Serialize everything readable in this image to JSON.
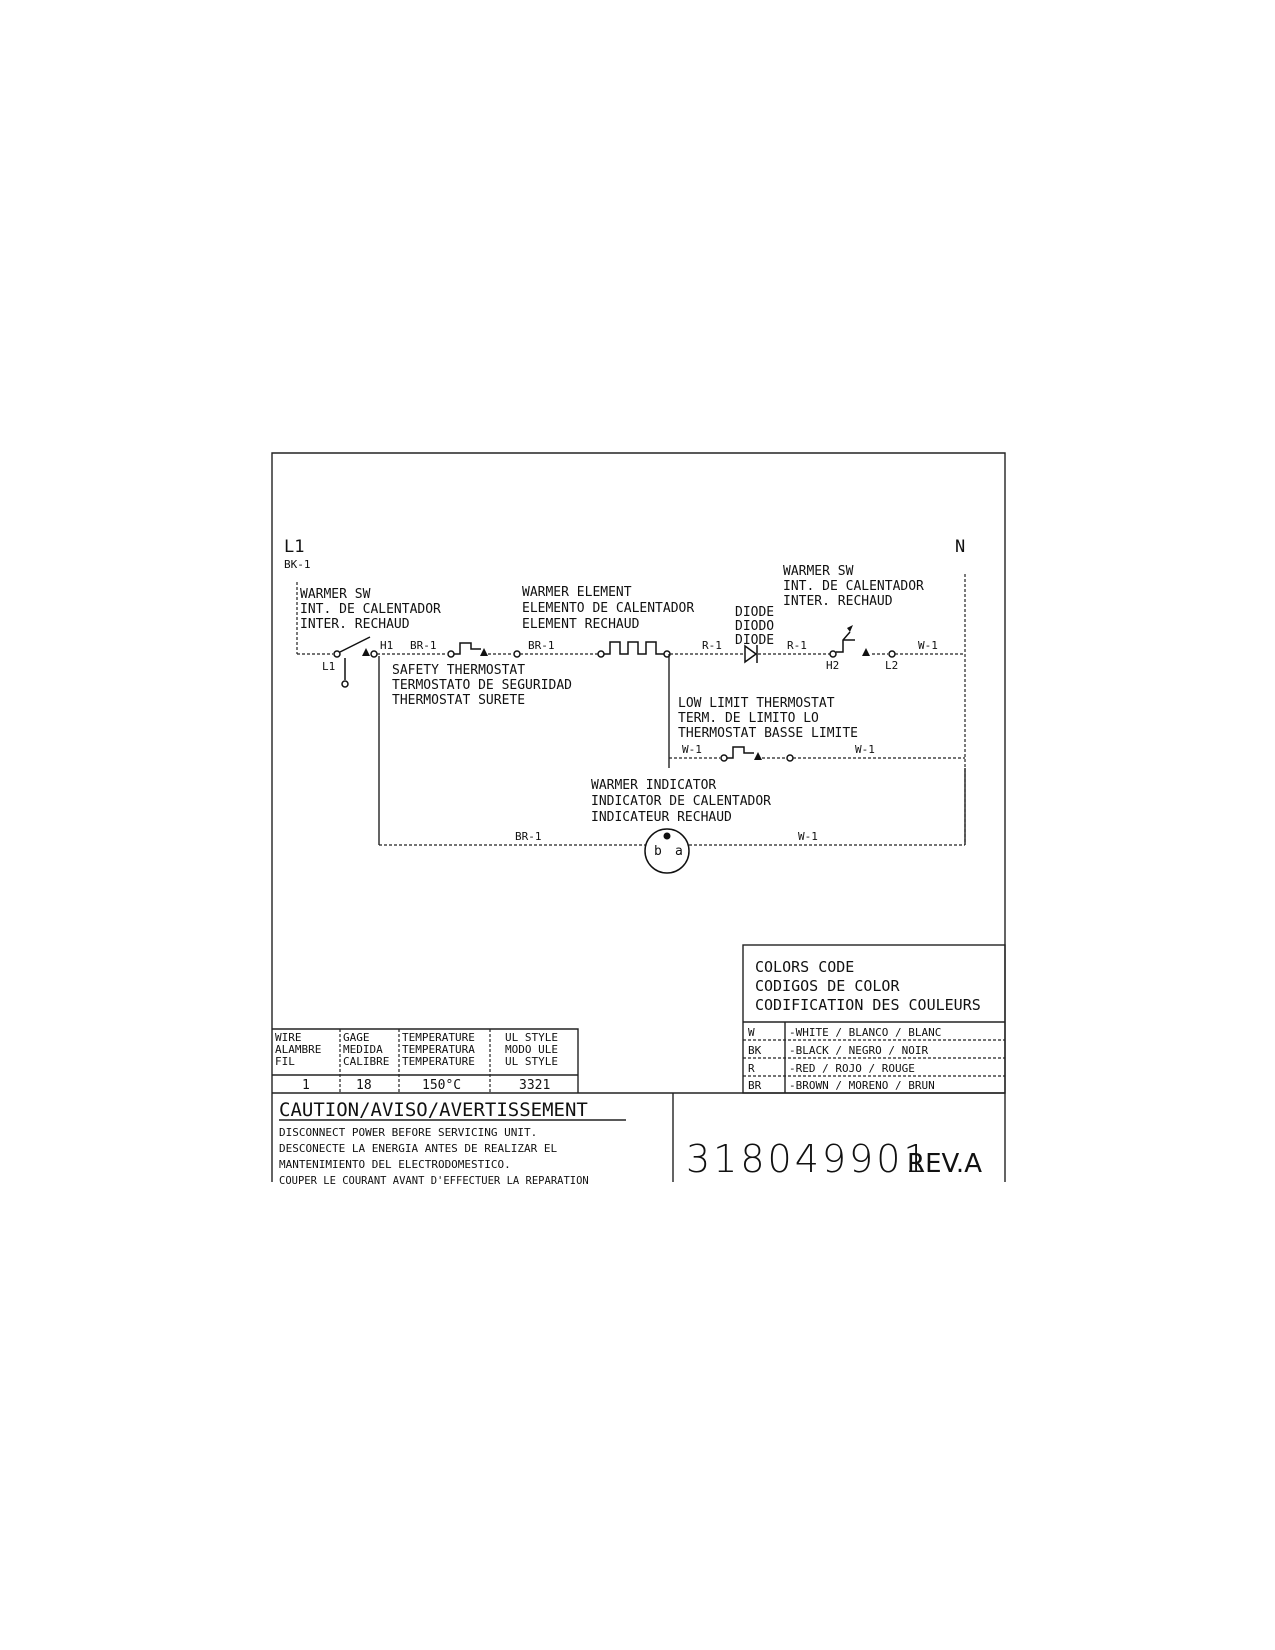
{
  "terminals": {
    "l1": "L1",
    "n": "N",
    "l1_wire": "BK-1"
  },
  "warmer_sw_left": {
    "lines": [
      "WARMER SW",
      "INT. DE CALENTADOR",
      "INTER. RECHAUD"
    ],
    "pin_l1": "L1",
    "pin_h1": "H1"
  },
  "warmer_sw_right": {
    "lines": [
      "WARMER SW",
      "INT. DE CALENTADOR",
      "INTER. RECHAUD"
    ],
    "pin_h2": "H2",
    "pin_l2": "L2"
  },
  "warmer_element": {
    "lines": [
      "WARMER ELEMENT",
      "ELEMENTO DE CALENTADOR",
      "ELEMENT RECHAUD"
    ]
  },
  "diode": {
    "lines": [
      "DIODE",
      "DIODO",
      "DIODE"
    ]
  },
  "safety_thermostat": {
    "lines": [
      "SAFETY THERMOSTAT",
      "TERMOSTATO DE SEGURIDAD",
      "THERMOSTAT SURETE"
    ]
  },
  "low_limit_thermostat": {
    "lines": [
      "LOW LIMIT THERMOSTAT",
      "TERM. DE LIMITO LO",
      "THERMOSTAT BASSE LIMITE"
    ]
  },
  "warmer_indicator": {
    "lines": [
      "WARMER INDICATOR",
      "INDICATOR DE CALENTADOR",
      "INDICATEUR RECHAUD"
    ],
    "pin_b": "b",
    "pin_a": "a"
  },
  "wire_labels": {
    "br1_a": "BR-1",
    "br1_b": "BR-1",
    "br1_c": "BR-1",
    "r1_a": "R-1",
    "r1_b": "R-1",
    "w1_a": "W-1",
    "w1_b": "W-1",
    "w1_c": "W-1",
    "w1_d": "W-1"
  },
  "wire_spec": {
    "headers": [
      [
        "WIRE",
        "ALAMBRE",
        "FIL"
      ],
      [
        "GAGE",
        "MEDIDA",
        "CALIBRE"
      ],
      [
        "TEMPERATURE",
        "TEMPERATURA",
        "TEMPERATURE"
      ],
      [
        "UL STYLE",
        "MODO ULE",
        "UL STYLE"
      ]
    ],
    "values": [
      "1",
      "18",
      "150°C",
      "3321"
    ]
  },
  "colors_code": {
    "title": [
      "COLORS CODE",
      "CODIGOS DE COLOR",
      "CODIFICATION DES COULEURS"
    ],
    "rows": [
      {
        "code": "W",
        "desc": "-WHITE / BLANCO / BLANC"
      },
      {
        "code": "BK",
        "desc": "-BLACK / NEGRO / NOIR"
      },
      {
        "code": "R",
        "desc": "-RED / ROJO / ROUGE"
      },
      {
        "code": "BR",
        "desc": "-BROWN / MORENO / BRUN"
      }
    ]
  },
  "caution": {
    "title": "CAUTION/AVISO/AVERTISSEMENT",
    "lines": [
      "DISCONNECT POWER BEFORE SERVICING UNIT.",
      "DESCONECTE LA ENERGIA ANTES DE REALIZAR EL",
      "MANTENIMIENTO DEL ELECTRODOMESTICO.",
      "COUPER LE COURANT AVANT D'EFFECTUER LA REPARATION"
    ]
  },
  "part_number": {
    "number": "318049901",
    "rev": "REV.A"
  }
}
